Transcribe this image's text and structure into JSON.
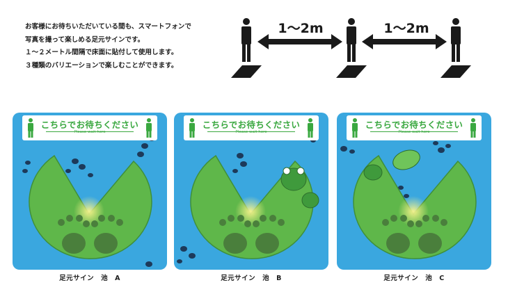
{
  "intro": {
    "lines": [
      "お客様にお待ちいただいている間も、スマートフォンで",
      "写真を撮って楽しめる足元サインです。",
      "１～２メートル間隔で床面に貼付して使用します。",
      "３種類のバリエーションで楽しむことができます。"
    ]
  },
  "diagram": {
    "distance_left": "1～2m",
    "distance_right": "1～2m",
    "icons": [
      "person-standing-icon",
      "double-arrow-icon",
      "floor-mark-icon"
    ]
  },
  "signs": [
    {
      "title": "こちらでお待ちください",
      "subtitle": "Please wait here",
      "caption": "足元サイン　池　A"
    },
    {
      "title": "こちらでお待ちください",
      "subtitle": "Please wait here",
      "caption": "足元サイン　池　B"
    },
    {
      "title": "こちらでお待ちください",
      "subtitle": "Please wait here",
      "caption": "足元サイン　池　C"
    }
  ],
  "colors": {
    "water": "#3aa7df",
    "lily_pad": "#5fb74a",
    "lily_pad_dark": "#3f8f3a",
    "accent_green": "#3aa840",
    "footprint": "#4a7f3c",
    "tadpole": "#1d3a5a",
    "frog": "#3f9a3c"
  }
}
